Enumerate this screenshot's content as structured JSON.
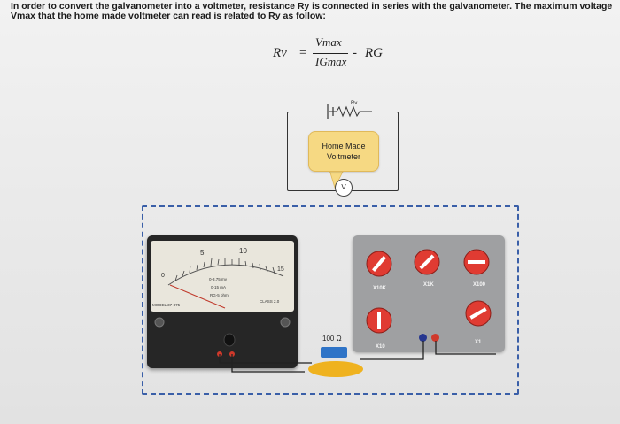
{
  "intro_text": "In order to convert the galvanometer into a voltmeter, resistance Ry is connected in series with the galvanometer. The maximum voltage Vmax that the home made voltmeter can read is related to Ry as follow:",
  "formula": {
    "lhs": "Rv",
    "equals": "=",
    "numerator": "Vmax",
    "denominator": "IGmax",
    "minus": "-",
    "rg": "RG"
  },
  "circuit": {
    "resistor_label": "Rv",
    "home_made_label": "Home Made Voltmeter",
    "voltmeter_symbol": "V"
  },
  "meter": {
    "scale_left": "5",
    "scale_right": "10",
    "scale_end": "15",
    "zero": "0",
    "range_1": "0-3.75 mv",
    "range_2": "0-15 mA",
    "range_3": "RG-5 ohm",
    "model": "MODEL 37-875",
    "class": "CLASS 2.0"
  },
  "decade_box": {
    "knobs": [
      {
        "caption": "X10K"
      },
      {
        "caption": "X1K"
      },
      {
        "caption": "X100"
      },
      {
        "caption": "X10"
      },
      {
        "caption": "X1"
      }
    ]
  },
  "series_resistor": {
    "label": "100 Ω"
  }
}
